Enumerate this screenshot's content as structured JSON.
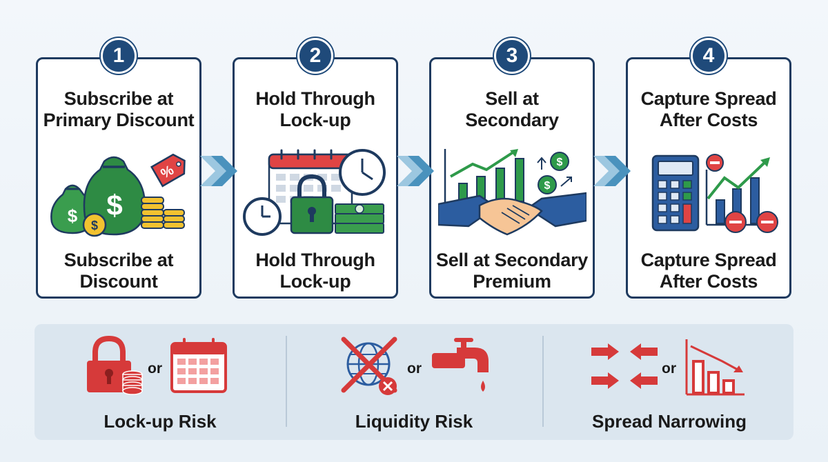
{
  "steps": [
    {
      "number": "1",
      "title": "Subscribe at\nPrimary Discount",
      "subtitle": "Subscribe at\nDiscount",
      "icon": "money-bags-icon"
    },
    {
      "number": "2",
      "title": "Hold Through\nLock-up",
      "subtitle": "Hold Through\nLock-up",
      "icon": "calendar-clock-lock-icon"
    },
    {
      "number": "3",
      "title": "Sell at\nSecondary",
      "subtitle": "Sell at Secondary\nPremium",
      "icon": "handshake-chart-icon"
    },
    {
      "number": "4",
      "title": "Capture Spread\nAfter Costs",
      "subtitle": "Capture Spread\nAfter Costs",
      "icon": "calculator-chart-icon"
    }
  ],
  "discount_tag": "%",
  "risks": [
    {
      "label": "Lock-up Risk",
      "or": "or",
      "icons": [
        "lock-coins-icon",
        "calendar-icon"
      ]
    },
    {
      "label": "Liquidity Risk",
      "or": "or",
      "icons": [
        "blocked-globe-icon",
        "dripping-faucet-icon"
      ]
    },
    {
      "label": "Spread Narrowing",
      "or": "or",
      "icons": [
        "converging-arrows-icon",
        "declining-bars-icon"
      ]
    }
  ],
  "colors": {
    "navy": "#1e3a5f",
    "badge": "#1f4a7a",
    "green": "#2e9a4a",
    "red": "#d63a3a",
    "gold": "#f2c230",
    "arrow": "#5aa0c8",
    "panel": "#dbe6ef"
  }
}
